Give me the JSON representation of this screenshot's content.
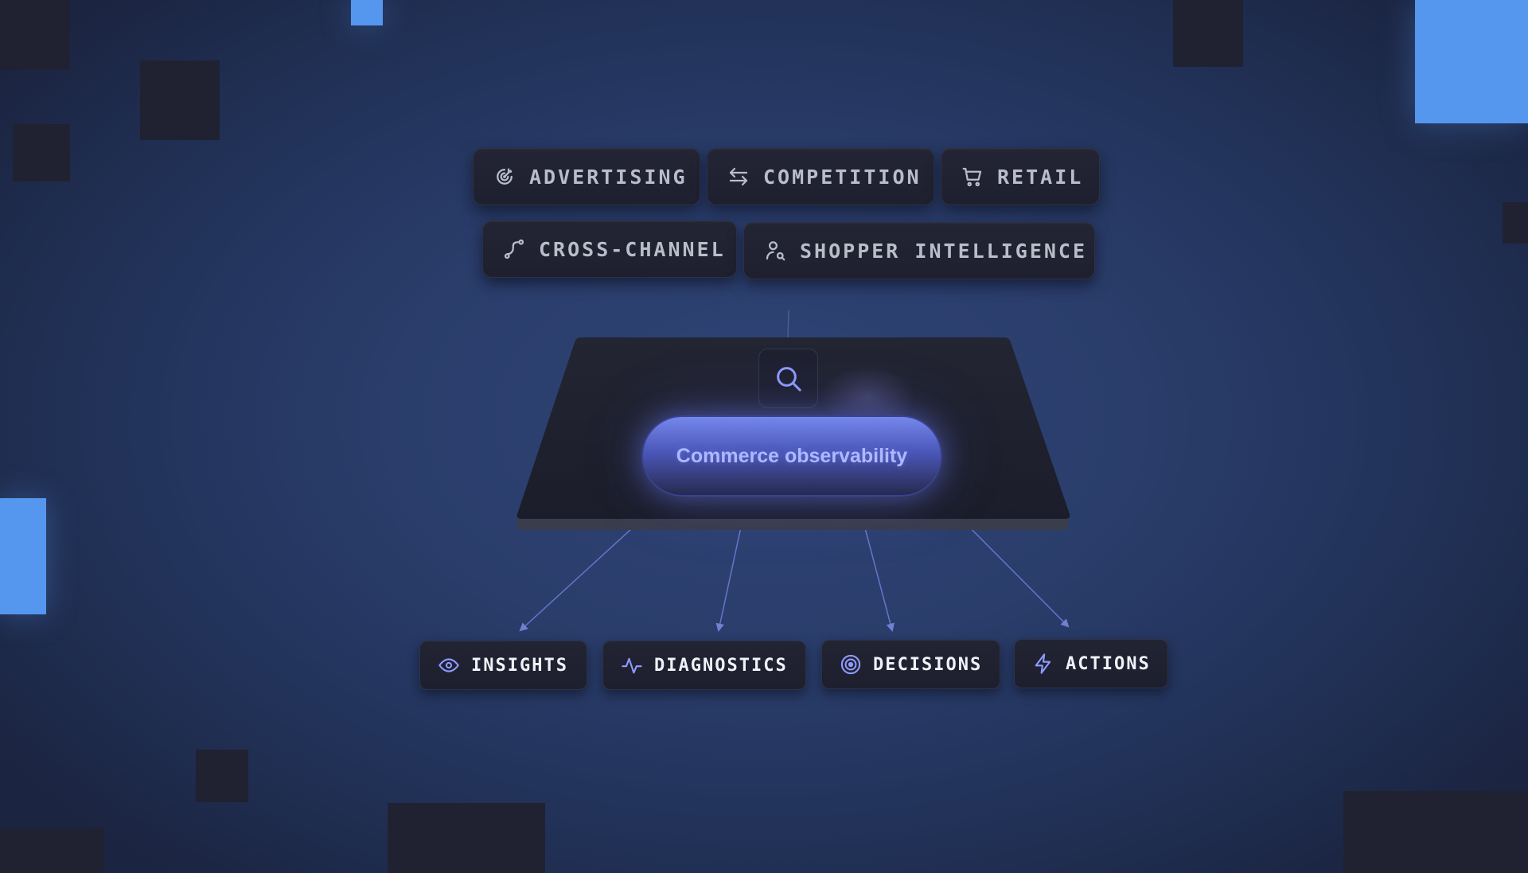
{
  "sources": [
    {
      "label": "ADVERTISING",
      "icon": "target-icon"
    },
    {
      "label": "COMPETITION",
      "icon": "swap-arrows-icon"
    },
    {
      "label": "RETAIL",
      "icon": "shopping-cart-icon"
    },
    {
      "label": "CROSS-CHANNEL",
      "icon": "route-icon"
    },
    {
      "label": "SHOPPER INTELLIGENCE",
      "icon": "user-search-icon"
    }
  ],
  "hub": {
    "label": "Commerce observability",
    "icon": "search-icon"
  },
  "outputs": [
    {
      "label": "INSIGHTS",
      "icon": "eye-icon"
    },
    {
      "label": "DIAGNOSTICS",
      "icon": "activity-icon"
    },
    {
      "label": "DECISIONS",
      "icon": "bullseye-icon"
    },
    {
      "label": "ACTIONS",
      "icon": "lightning-icon"
    }
  ],
  "colors": {
    "background": "#2a3d6b",
    "accent_blue": "#5596ee",
    "hub_accent": "#7687ec",
    "icon_accent": "#8f9bff",
    "chip_text": "#b9bdc8",
    "output_text": "#f0f2f8"
  }
}
